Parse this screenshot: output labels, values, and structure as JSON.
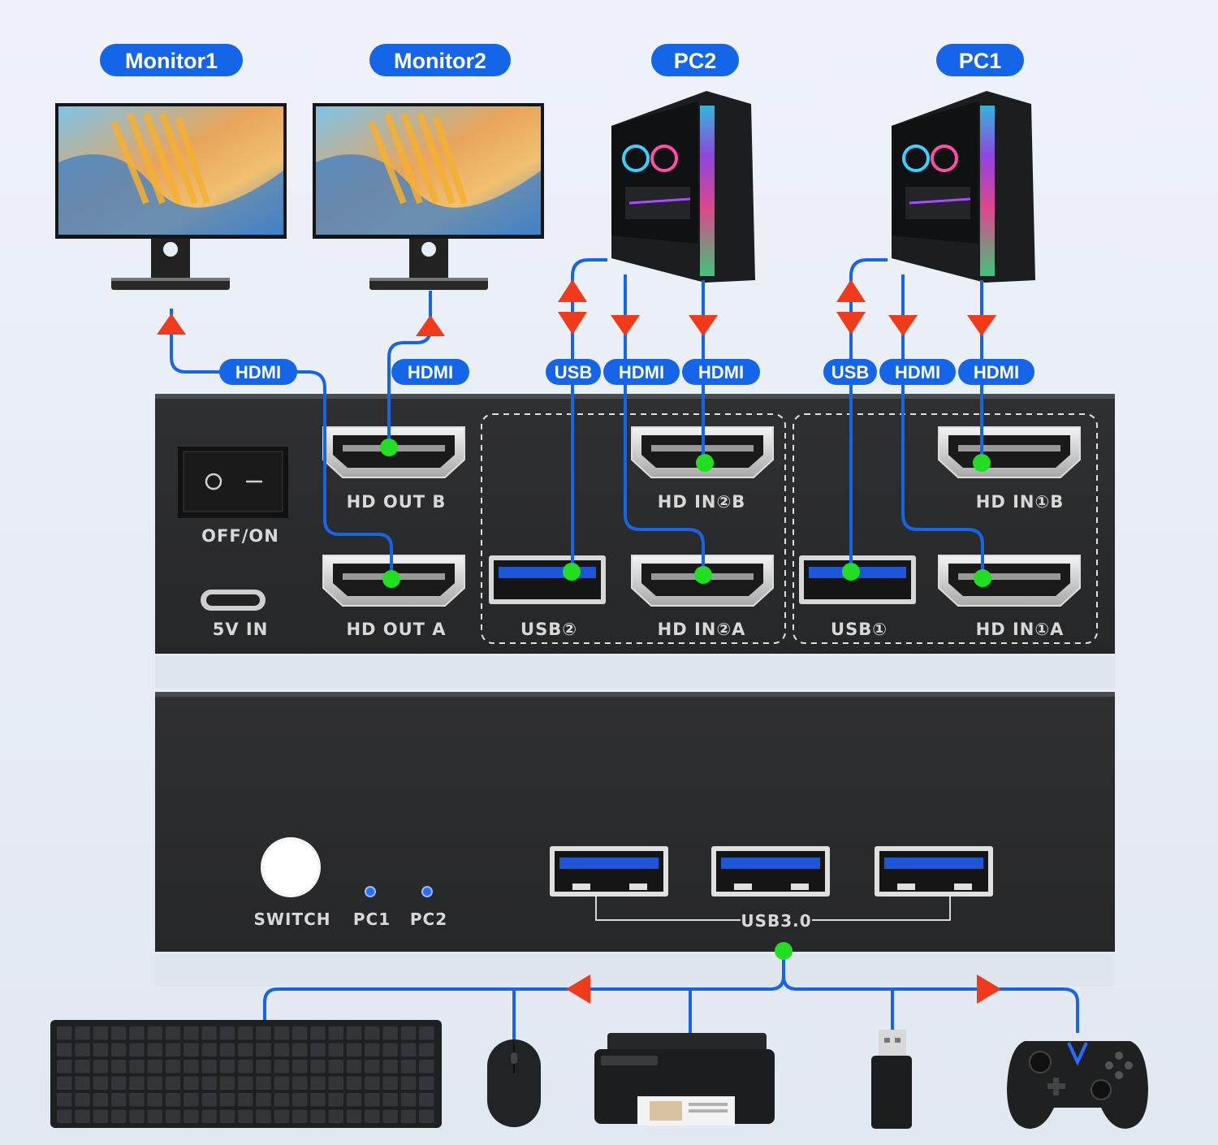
{
  "devices": {
    "monitor1": "Monitor1",
    "monitor2": "Monitor2",
    "pc2": "PC2",
    "pc1": "PC1"
  },
  "cables": {
    "hdmi": "HDMI",
    "usb": "USB"
  },
  "back_panel": {
    "power_switch": "OFF/ON",
    "power_in": "5V IN",
    "hd_out_a": "HD OUT A",
    "hd_out_b": "HD OUT B",
    "usb2": "USB②",
    "hd_in2_a": "HD IN②A",
    "hd_in2_b": "HD IN②B",
    "usb1": "USB①",
    "hd_in1_a": "HD IN①A",
    "hd_in1_b": "HD IN①B"
  },
  "front_panel": {
    "switch": "SWITCH",
    "led_pc1": "PC1",
    "led_pc2": "PC2",
    "usb30": "USB3.0"
  },
  "colors": {
    "accent_blue": "#1565e8",
    "arrow_red": "#f03a1c",
    "dot_green": "#22dd22",
    "device_body": "#2b2c2e"
  }
}
